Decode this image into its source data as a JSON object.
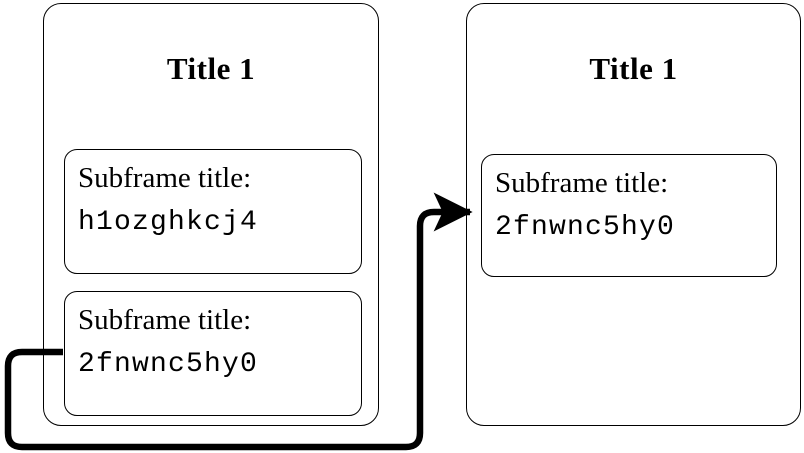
{
  "diagram": {
    "type": "frame-subframe-flow",
    "background_color": "#ffffff",
    "stroke_color": "#000000",
    "frames": [
      {
        "id": "frame-left",
        "title": "Title 1",
        "subframes": [
          {
            "id": "sub-l1",
            "label": "Subframe title:",
            "value": "h1ozghkcj4"
          },
          {
            "id": "sub-l2",
            "label": "Subframe title:",
            "value": "2fnwnc5hy0"
          }
        ]
      },
      {
        "id": "frame-right",
        "title": "Title 1",
        "subframes": [
          {
            "id": "sub-r1",
            "label": "Subframe title:",
            "value": "2fnwnc5hy0"
          }
        ]
      }
    ],
    "edges": [
      {
        "id": "edge-sub-l2-to-sub-r1",
        "from": "sub-l2",
        "to": "sub-r1",
        "arrowhead": "end",
        "routing": "orthogonal-rounded",
        "color": "#000000"
      }
    ]
  }
}
